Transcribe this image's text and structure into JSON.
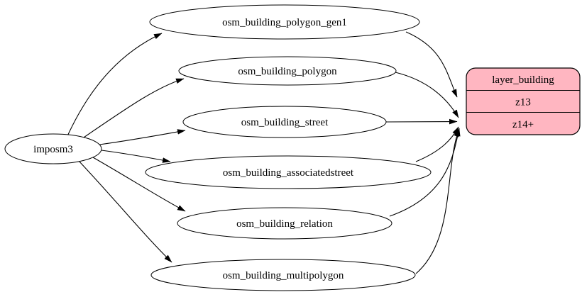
{
  "diagram": {
    "kind": "etl-graph",
    "background_color": "#ffffff",
    "edge_color": "#000000",
    "ellipse_fill": "#ffffff",
    "record_fill": "#ffb6c1"
  },
  "nodes": {
    "source": {
      "label": "imposm3"
    },
    "tables": [
      {
        "id": "osm_building_polygon_gen1",
        "label": "osm_building_polygon_gen1",
        "feeds": "z13"
      },
      {
        "id": "osm_building_polygon",
        "label": "osm_building_polygon",
        "feeds": "z14+"
      },
      {
        "id": "osm_building_street",
        "label": "osm_building_street",
        "feeds": "z14+"
      },
      {
        "id": "osm_building_associatedstreet",
        "label": "osm_building_associatedstreet",
        "feeds": "z14+"
      },
      {
        "id": "osm_building_relation",
        "label": "osm_building_relation",
        "feeds": "z14+"
      },
      {
        "id": "osm_building_multipolygon",
        "label": "osm_building_multipolygon",
        "feeds": "z14+"
      }
    ],
    "layer": {
      "title": "layer_building",
      "rows": [
        {
          "label": "z13"
        },
        {
          "label": "z14+"
        }
      ]
    }
  },
  "edges": [
    {
      "from": "imposm3",
      "to": "osm_building_polygon_gen1"
    },
    {
      "from": "imposm3",
      "to": "osm_building_polygon"
    },
    {
      "from": "imposm3",
      "to": "osm_building_street"
    },
    {
      "from": "imposm3",
      "to": "osm_building_associatedstreet"
    },
    {
      "from": "imposm3",
      "to": "osm_building_relation"
    },
    {
      "from": "imposm3",
      "to": "osm_building_multipolygon"
    },
    {
      "from": "osm_building_polygon_gen1",
      "to": "layer_building:z13"
    },
    {
      "from": "osm_building_polygon",
      "to": "layer_building:z14+"
    },
    {
      "from": "osm_building_street",
      "to": "layer_building:z14+"
    },
    {
      "from": "osm_building_associatedstreet",
      "to": "layer_building:z14+"
    },
    {
      "from": "osm_building_relation",
      "to": "layer_building:z14+"
    },
    {
      "from": "osm_building_multipolygon",
      "to": "layer_building:z14+"
    }
  ]
}
